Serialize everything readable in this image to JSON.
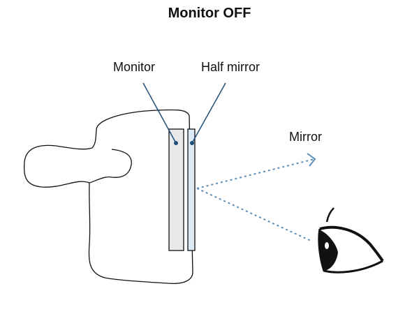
{
  "title": "Monitor OFF",
  "labels": {
    "monitor": "Monitor",
    "half_mirror": "Half mirror",
    "mirror": "Mirror"
  },
  "colors": {
    "leader_line": "#1f4e79",
    "ray": "#5b8db8",
    "monitor_fill": "#e8e8ea",
    "half_mirror_fill": "#dceaf5",
    "outline": "#111111"
  },
  "icons": {
    "eye": "eye-icon"
  }
}
